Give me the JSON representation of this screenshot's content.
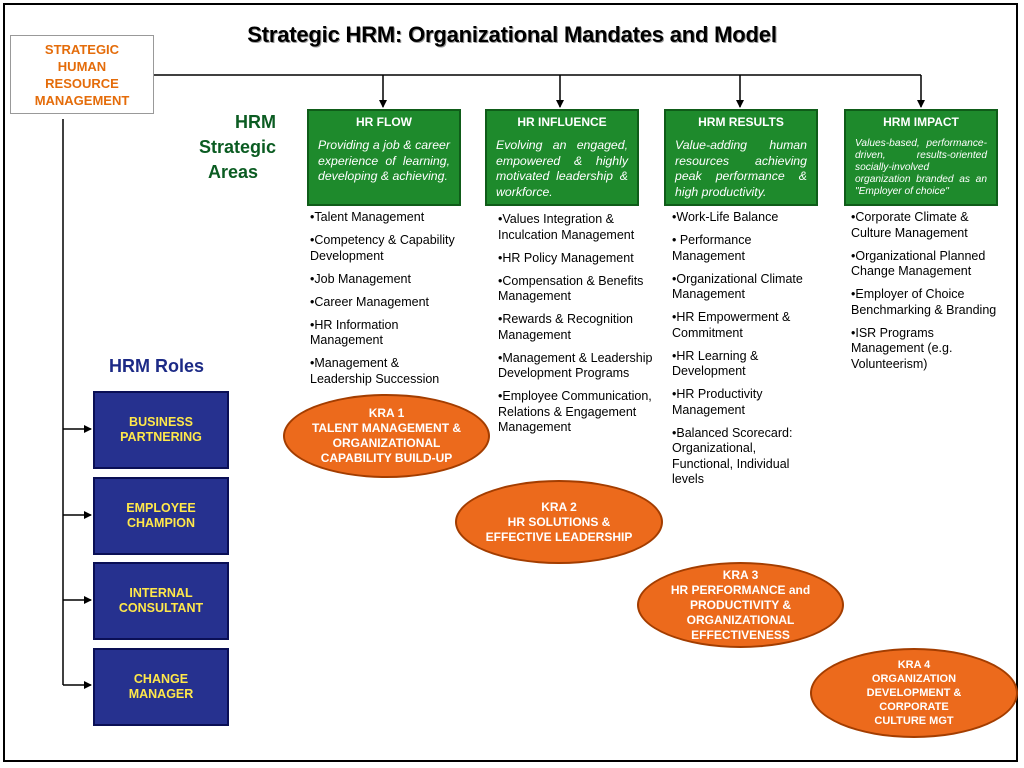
{
  "title": "Strategic HRM:  Organizational Mandates and Model",
  "root_box": "STRATEGIC\nHUMAN\nRESOURCE\nMANAGEMENT",
  "areas_label": [
    "HRM",
    "Strategic",
    "Areas"
  ],
  "roles_label": "HRM Roles",
  "areas": [
    {
      "title": "HR FLOW",
      "desc": "Providing a job & career experience of learning, developing & achieving.",
      "items": [
        "•Talent Management",
        "•Competency & Capability Development",
        "•Job Management",
        "•Career Management",
        "•HR Information Management",
        "•Management & Leadership  Succession"
      ]
    },
    {
      "title": "HR INFLUENCE",
      "desc": "Evolving an engaged, empowered & highly motivated leadership & workforce.",
      "items": [
        "•Values Integration & Inculcation Management",
        "•HR Policy Management",
        "•Compensation & Benefits Management",
        "•Rewards & Recognition Management",
        "•Management & Leadership Development Programs",
        "•Employee Communication, Relations & Engagement Management"
      ]
    },
    {
      "title": "HRM RESULTS",
      "desc": "Value-adding human resources achieving peak performance & high productivity.",
      "items": [
        "•Work-Life Balance",
        "• Performance Management",
        "•Organizational Climate Management",
        "•HR Empowerment & Commitment",
        "•HR Learning & Development",
        "•HR Productivity Management",
        "•Balanced Scorecard: Organizational, Functional, Individual levels"
      ]
    },
    {
      "title": "HRM IMPACT",
      "desc": "Values-based, performance-driven, results-oriented socially-involved organization branded as an  \"Employer of choice\"",
      "items": [
        "•Corporate Climate & Culture Management",
        "•Organizational Planned Change Management",
        "•Employer of Choice Benchmarking & Branding",
        "•ISR Programs Management (e.g. Volunteerism)"
      ]
    }
  ],
  "roles": [
    "BUSINESS\nPARTNERING",
    "EMPLOYEE\nCHAMPION",
    "INTERNAL\nCONSULTANT",
    "CHANGE\nMANAGER"
  ],
  "kras": [
    "KRA 1\nTALENT MANAGEMENT &\nORGANIZATIONAL\nCAPABILITY BUILD-UP",
    "KRA 2\nHR SOLUTIONS &\nEFFECTIVE LEADERSHIP",
    "KRA 3\nHR PERFORMANCE and\nPRODUCTIVITY &\nORGANIZATIONAL\nEFFECTIVENESS",
    "KRA 4\nORGANIZATION\nDEVELOPMENT &\nCORPORATE\nCULTURE MGT"
  ],
  "colors": {
    "area_green": "#1e8a2c",
    "role_blue": "#26318f",
    "role_text_yellow": "#ffe84a",
    "kra_orange": "#ec6a1c",
    "root_text_orange": "#e46c0a"
  }
}
